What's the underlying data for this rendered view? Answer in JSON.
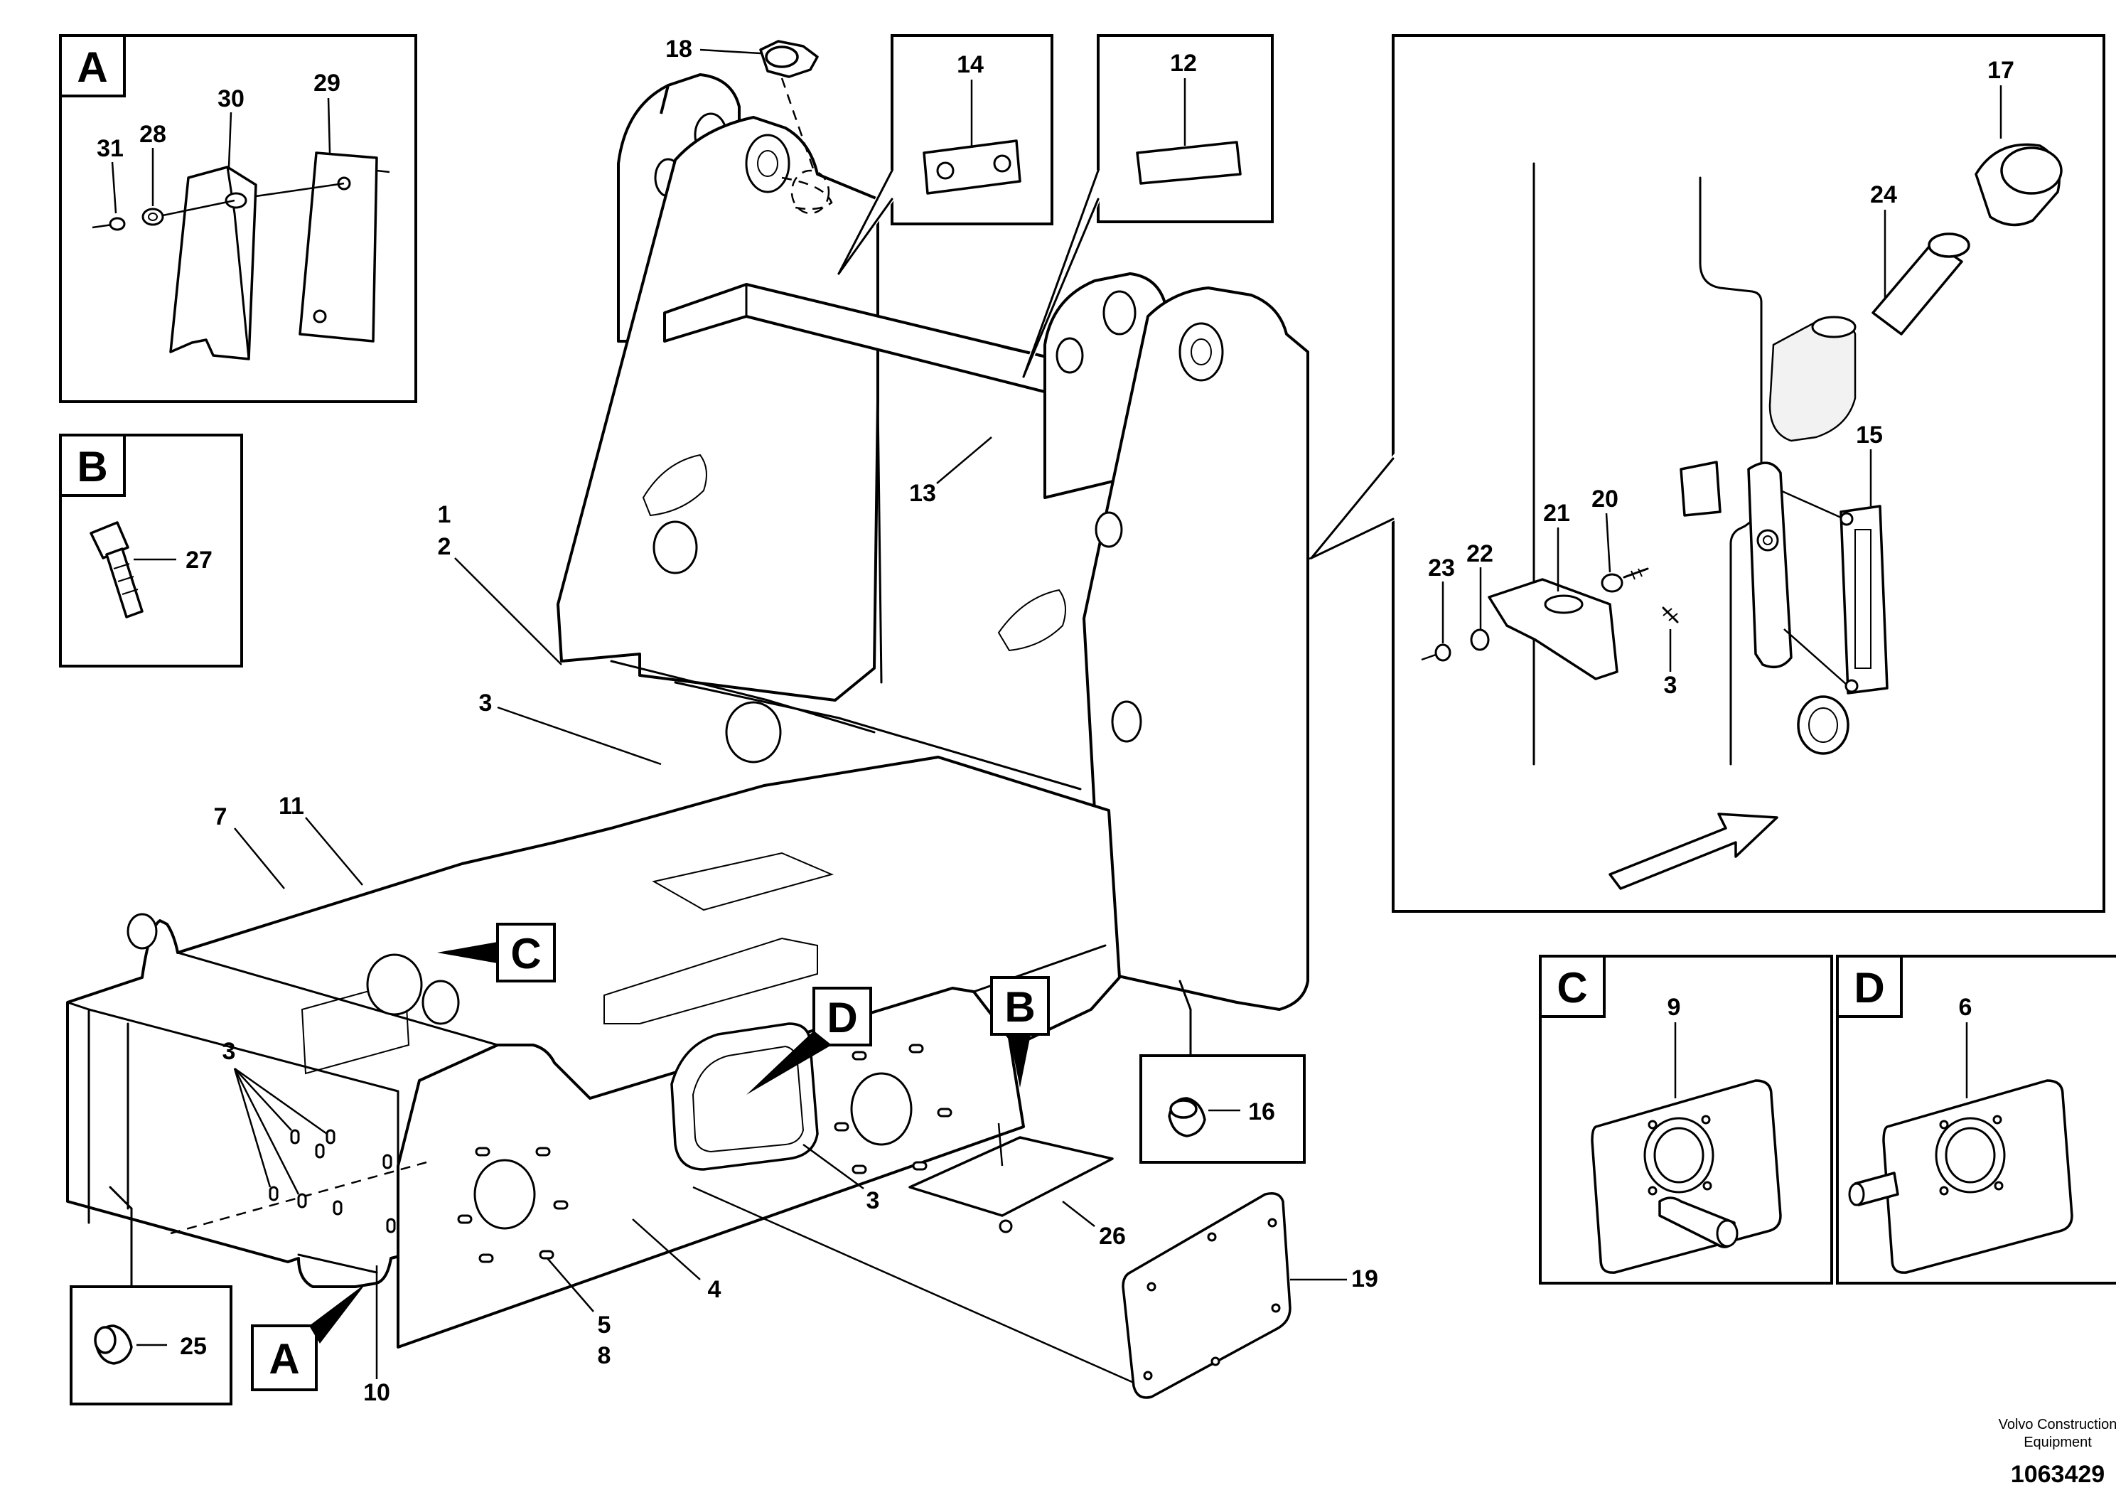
{
  "callouts": {
    "c1": "1",
    "c2": "2",
    "c3a": "3",
    "c3b": "3",
    "c3c": "3",
    "c3d": "3",
    "c4": "4",
    "c5": "5",
    "c6": "6",
    "c7": "7",
    "c8": "8",
    "c9": "9",
    "c10": "10",
    "c11": "11",
    "c12": "12",
    "c13": "13",
    "c14": "14",
    "c15": "15",
    "c16": "16",
    "c17": "17",
    "c18": "18",
    "c19": "19",
    "c20": "20",
    "c21": "21",
    "c22": "22",
    "c23": "23",
    "c24": "24",
    "c25": "25",
    "c26": "26",
    "c27": "27",
    "c28": "28",
    "c29": "29",
    "c30": "30",
    "c31": "31"
  },
  "detail_letters": {
    "box_a": "A",
    "box_b": "B",
    "box_c": "C",
    "box_d": "D",
    "ref_a": "A",
    "ref_b": "B",
    "ref_c": "C",
    "ref_d": "D"
  },
  "footer": {
    "brand_line1": "Volvo Construction",
    "brand_line2": "Equipment",
    "drawing_number": "1063429"
  }
}
